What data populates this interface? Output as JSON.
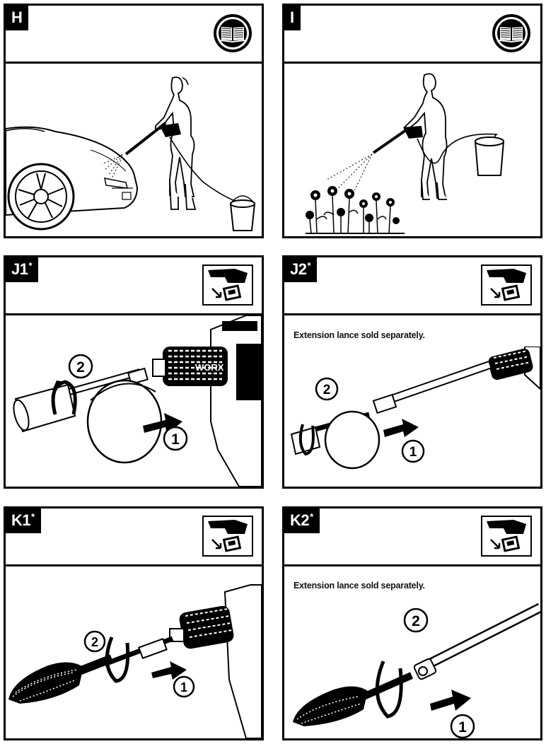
{
  "panels": {
    "H": {
      "tag": "H"
    },
    "I": {
      "tag": "I"
    },
    "J1": {
      "tag": "J1",
      "mark": "*",
      "step1": "1",
      "step2": "2",
      "brand": "WORX"
    },
    "J2": {
      "tag": "J2",
      "mark": "*",
      "note": "Extension lance sold separately.",
      "step1": "1",
      "step2": "2"
    },
    "K1": {
      "tag": "K1",
      "mark": "*",
      "step1": "1",
      "step2": "2"
    },
    "K2": {
      "tag": "K2",
      "mark": "*",
      "note": "Extension lance sold separately.",
      "step1": "1",
      "step2": "2"
    }
  },
  "icons": {
    "manual": "open-book-icon",
    "battery": "battery-removal-icon"
  }
}
